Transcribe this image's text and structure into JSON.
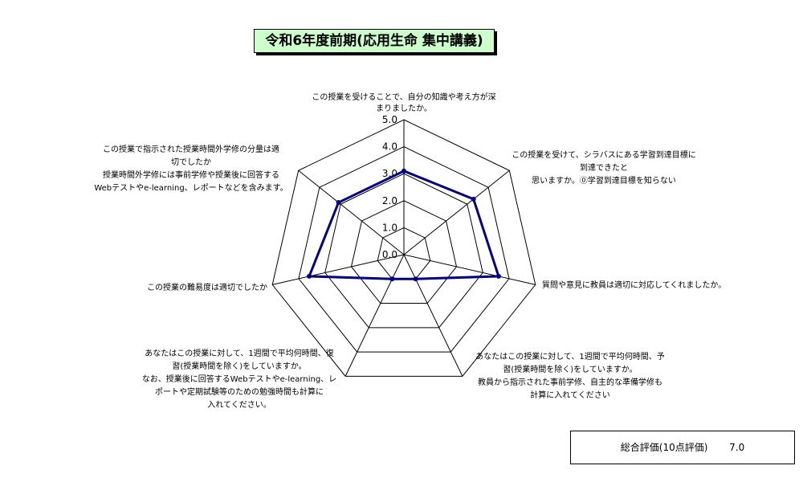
{
  "page": {
    "title": "令和6年度前期(応用生命 集中講義)"
  },
  "chart_data": {
    "type": "radar",
    "title": "令和6年度前期(応用生命 集中講義)",
    "rlim": [
      0,
      5
    ],
    "ticks": [
      "0.0",
      "1.0",
      "2.0",
      "3.0",
      "4.0",
      "5.0"
    ],
    "tick_values": [
      0,
      1,
      2,
      3,
      4,
      5
    ],
    "axes": [
      {
        "lines": [
          "この授業を受けることで、自分の知識や考え方が深",
          "まりましたか。"
        ]
      },
      {
        "lines": [
          "この授業を受けて、シラバスにある学習到達目標に",
          "到達できたと",
          "思いますか。⓪学習到達目標を知らない"
        ]
      },
      {
        "lines": [
          "質問や意見に教員は適切に対応してくれましたか。"
        ]
      },
      {
        "lines": [
          "あなたはこの授業に対して、1週間で平均何時間、予",
          "習(授業時間を除く)をしていますか。",
          "教員から指示された事前学修、自主的な準備学修も",
          "計算に入れてください"
        ]
      },
      {
        "lines": [
          "あなたはこの授業に対して、1週間で平均何時間、復",
          "習(授業時間を除く)をしていますか。",
          "なお、授業後に回答するWebテストやe-learning、レ",
          "ポートや定期試験等のための勉強時間も計算に",
          "入れてください。"
        ]
      },
      {
        "lines": [
          "この授業の難易度は適切でしたか"
        ]
      },
      {
        "lines": [
          "この授業で指示された授業時間外学修の分量は適",
          "切でしたか",
          "授業時間外学修には事前学修や授業後に回答する",
          "Webテストやe-learning、レポートなどを含みます。"
        ]
      }
    ],
    "series": [
      {
        "values": [
          3.1,
          3.3,
          3.6,
          1.0,
          1.0,
          3.6,
          3.1
        ]
      }
    ],
    "line_color": "#000080",
    "grid": true
  },
  "summary": {
    "label": "総合評価(10点評価)",
    "value": "7.0"
  }
}
